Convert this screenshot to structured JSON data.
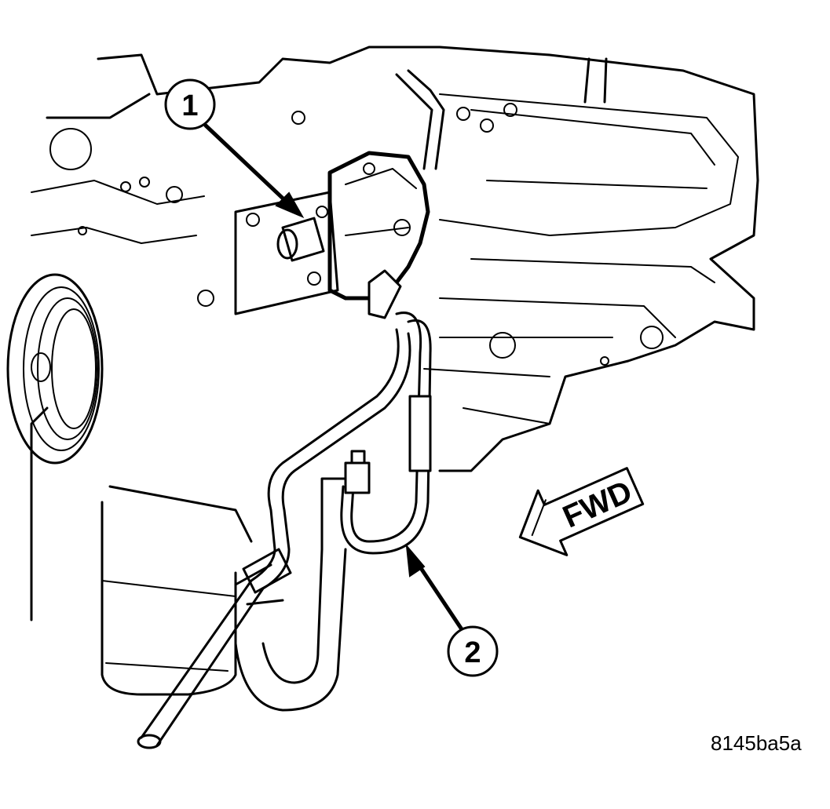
{
  "callouts": [
    {
      "label": "1"
    },
    {
      "label": "2"
    }
  ],
  "direction_arrow": {
    "label": "FWD"
  },
  "figure_id": "8145ba5a",
  "colors": {
    "ink": "#000000",
    "paper": "#ffffff"
  }
}
